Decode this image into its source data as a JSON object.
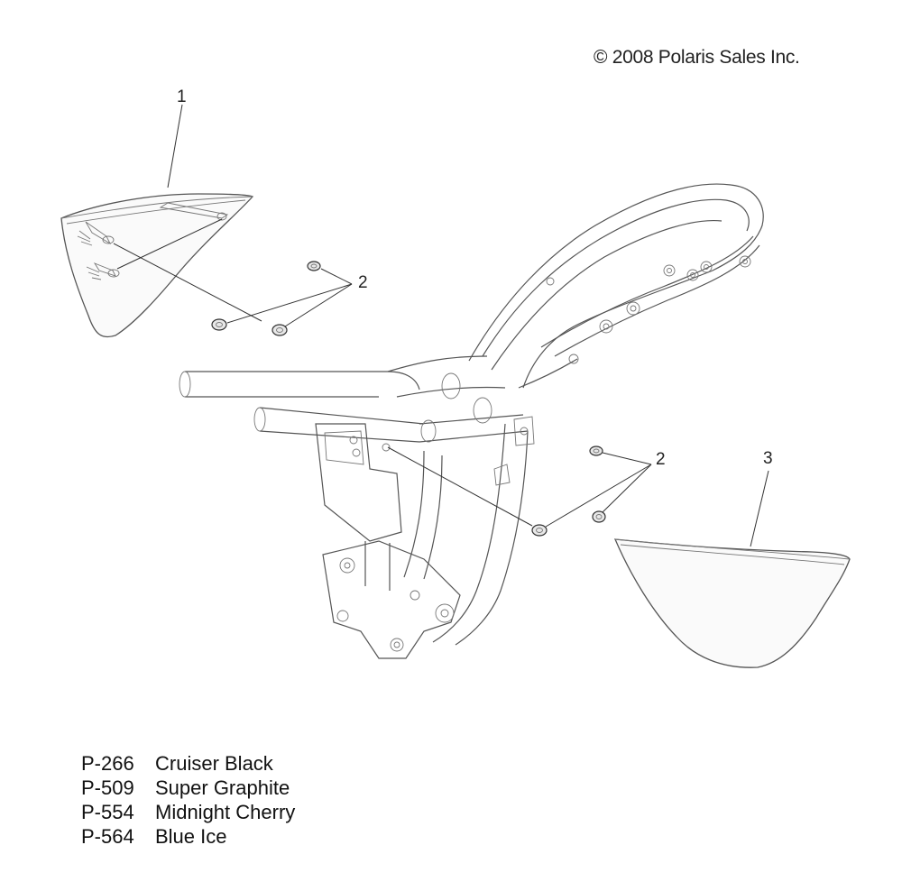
{
  "copyright": "© 2008 Polaris Sales Inc.",
  "callouts": {
    "part1": "1",
    "part2_upper": "2",
    "part2_lower": "2",
    "part3": "3"
  },
  "paint_codes": [
    {
      "code": "P-266",
      "name": "Cruiser Black"
    },
    {
      "code": "P-509",
      "name": "Super Graphite"
    },
    {
      "code": "P-554",
      "name": "Midnight Cherry"
    },
    {
      "code": "P-564",
      "name": "Blue Ice"
    }
  ]
}
